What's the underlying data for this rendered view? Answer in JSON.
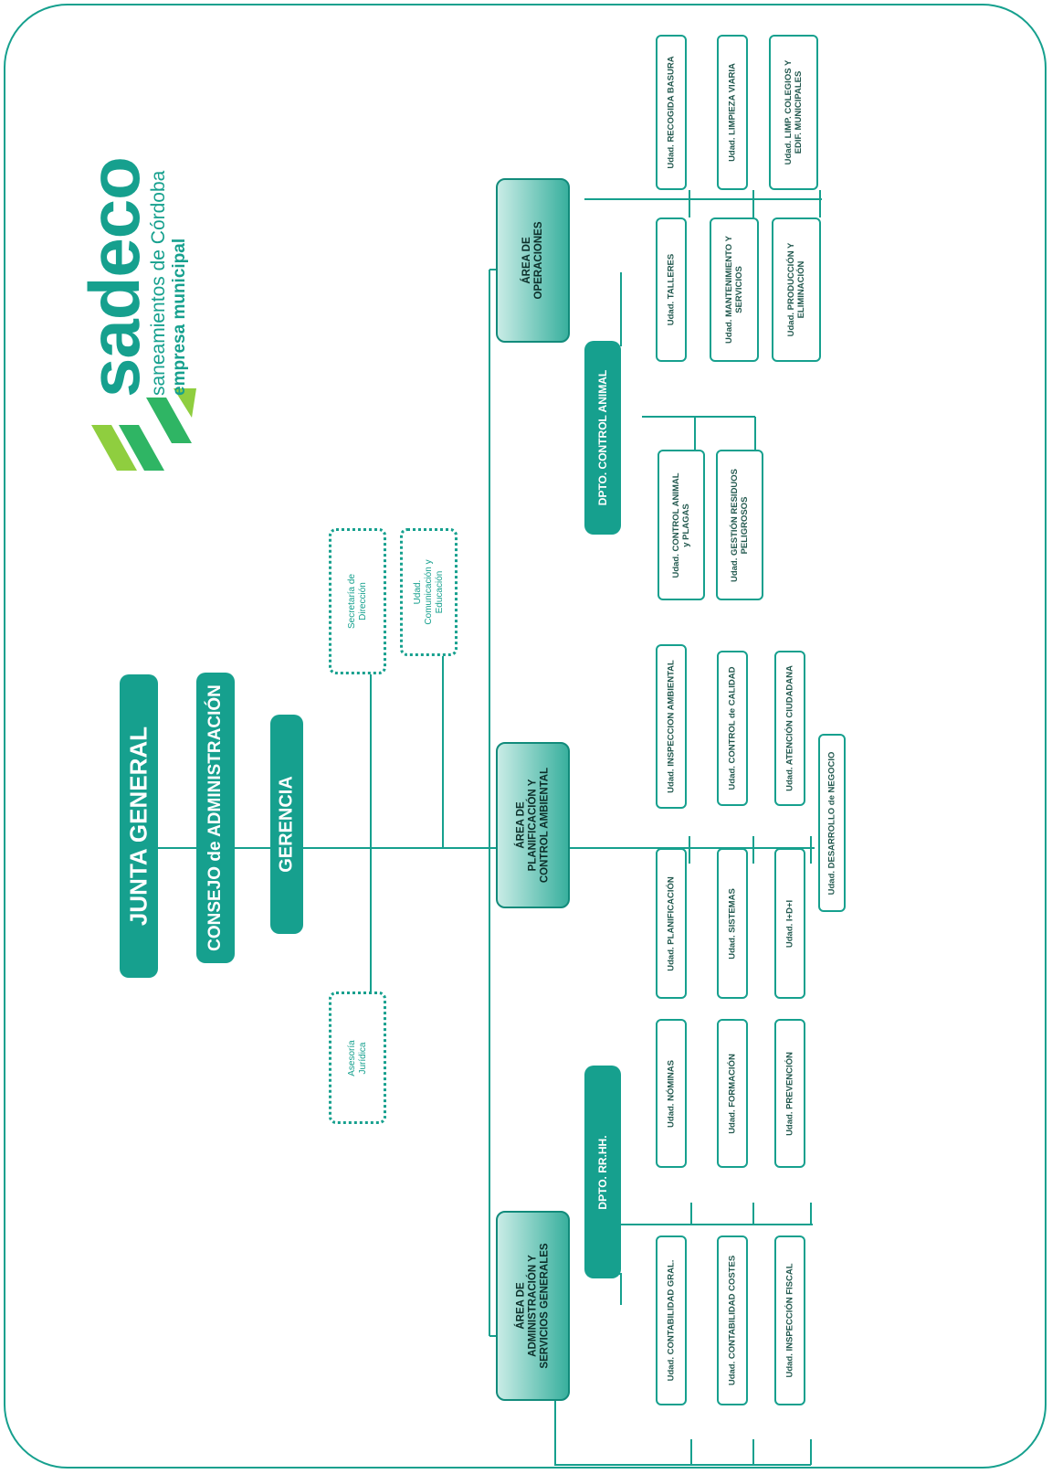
{
  "logo": {
    "brand": "sadeco",
    "tagline": "saneamientos de Córdoba",
    "subtitle": "empresa municipal"
  },
  "colors": {
    "teal": "#16a08e",
    "green_logo": "#2fb564",
    "green_light": "#8fce3f"
  },
  "top": {
    "junta": "JUNTA GENERAL",
    "consejo": "CONSEJO de ADMINISTRACIÓN",
    "gerencia": "GERENCIA"
  },
  "staff": {
    "secretaria": [
      "Secretaría de",
      "Dirección"
    ],
    "comunicacion": [
      "Udad.",
      "Comunicación y",
      "Educación"
    ],
    "asesoria": [
      "Asesoría",
      "Jurídica"
    ]
  },
  "areas": {
    "operaciones": [
      "ÁREA DE",
      "OPERACIONES"
    ],
    "planificacion": [
      "ÁREA DE",
      "PLANIFICACIÓN Y",
      "CONTROL AMBIENTAL"
    ],
    "administracion": [
      "ÁREA DE",
      "ADMINISTRACIÓN Y",
      "SERVICIOS GENERALES"
    ]
  },
  "dptos": {
    "control_animal": "DPTO. CONTROL ANIMAL",
    "rrhh": "DPTO. RR.HH."
  },
  "units": {
    "recogida": [
      "Udad. RECOGIDA BASURA"
    ],
    "limpieza": [
      "Udad. LIMPIEZA VIARIA"
    ],
    "colegios": [
      "Udad. LIMP. COLEGIOS Y",
      "EDIF. MUNICIPALES"
    ],
    "talleres": [
      "Udad. TALLERES"
    ],
    "mantenimiento": [
      "Udad. MANTENIMIENTO Y",
      "SERVICIOS"
    ],
    "produccion": [
      "Udad. PRODUCCIÓN Y",
      "ELIMINACIÓN"
    ],
    "control_animal": [
      "Udad. CONTROL ANIMAL",
      "y PLAGAS"
    ],
    "residuos": [
      "Udad. GESTIÓN RESIDUOS",
      "PELIGROSOS"
    ],
    "inspeccion_amb": [
      "Udad. INSPECCION AMBIENTAL"
    ],
    "calidad": [
      "Udad. CONTROL de CALIDAD"
    ],
    "atencion": [
      "Udad. ATENCIÓN CIUDADANA"
    ],
    "desarrollo": [
      "Udad. DESARROLLO de NEGOCIO"
    ],
    "planificacion": [
      "Udad. PLANIFICACIÓN"
    ],
    "sistemas": [
      "Udad. SISTEMAS"
    ],
    "idi": [
      "Udad. I+D+I"
    ],
    "nominas": [
      "Udad. NÓMINAS"
    ],
    "formacion": [
      "Udad. FORMACIÓN"
    ],
    "prevencion": [
      "Udad. PREVENCIÓN"
    ],
    "contab_gral": [
      "Udad. CONTABILIDAD GRAL."
    ],
    "contab_costes": [
      "Udad. CONTABILIDAD COSTES"
    ],
    "insp_fiscal": [
      "Udad. INSPECCIÓN FISCAL"
    ]
  }
}
